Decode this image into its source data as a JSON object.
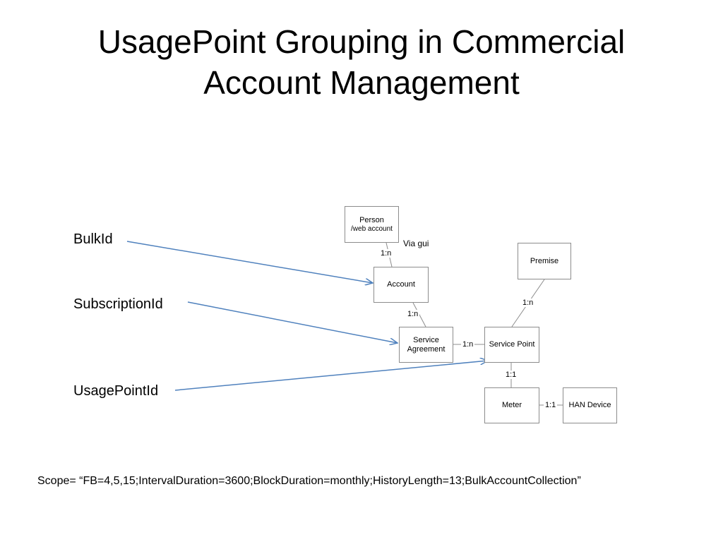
{
  "title": {
    "line1": "UsagePoint Grouping in Commercial",
    "line2": "Account Management"
  },
  "labels": {
    "bulk_id": "BulkId",
    "subscription_id": "SubscriptionId",
    "usage_point_id": "UsagePointId"
  },
  "diagram": {
    "person": {
      "line1": "Person",
      "line2": "/web account"
    },
    "account": "Account",
    "premise": "Premise",
    "service_agreement": {
      "line1": "Service",
      "line2": "Agreement"
    },
    "service_point": "Service Point",
    "meter": "Meter",
    "han_device": "HAN Device",
    "note_via_gui": "Via gui",
    "cardinality": {
      "person_account": "1:n",
      "account_agreement": "1:n",
      "premise_service_point": "1:n",
      "agreement_service_point": "1:n",
      "service_point_meter": "1:1",
      "meter_han": "1:1"
    }
  },
  "scope_text": "Scope= “FB=4,5,15;IntervalDuration=3600;BlockDuration=monthly;HistoryLength=13;BulkAccountCollection”",
  "colors": {
    "arrow": "#4f81bd",
    "box_border": "#8c8c8c",
    "connector": "#8c8c8c"
  }
}
